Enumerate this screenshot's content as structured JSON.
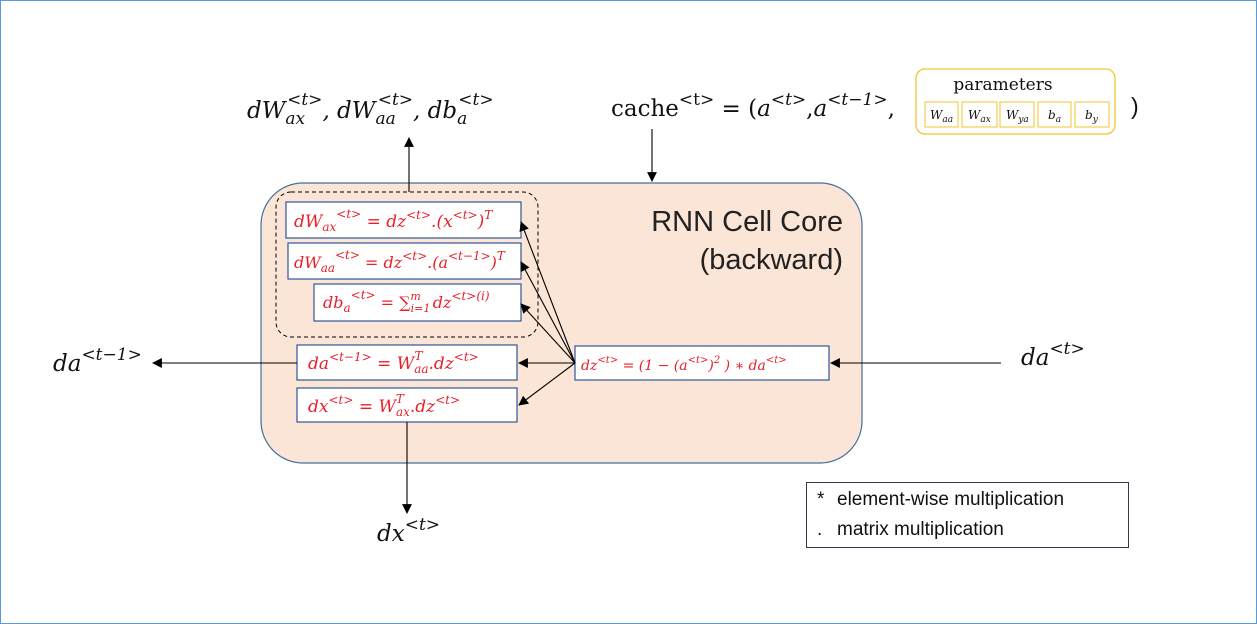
{
  "core": {
    "title_line1": "RNN Cell Core",
    "title_line2": "(backward)"
  },
  "outputs": {
    "weight_grads": "dWax<t>, dWaa<t>, dba<t>",
    "da_prev": "da<t−1>",
    "dx": "dx<t>"
  },
  "inputs": {
    "da": "da<t>",
    "cache_prefix": "cache<t> = (a<t>,a<t−1>,",
    "cache_suffix": ")"
  },
  "parameters": {
    "label": "parameters",
    "items": [
      "Waa",
      "Wax",
      "Wya",
      "ba",
      "by"
    ]
  },
  "equations": {
    "dWax": "dWax<t> = dz<t>.(x<t>)T",
    "dWaa": "dWaa<t> = dz<t>.(a<t−1>)T",
    "dba": "dba<t> = ∑i=1m dz<t>(i)",
    "da_prev": "da<t−1> = WaaT.dz<t>",
    "dx": "dx<t> = WaxT.dz<t>",
    "dz": "dz<t> = (1 − (a<t>)2 ) ∗ da<t>"
  },
  "legend": [
    {
      "symbol": "*",
      "text": "element-wise multiplication"
    },
    {
      "symbol": ".",
      "text": "matrix multiplication"
    }
  ],
  "colors": {
    "core_fill": "#fbe5d6",
    "core_border": "#41719c",
    "equation_text": "#e8202a",
    "equation_border": "#2f5597",
    "parameters_border": "#f2c530",
    "frame_border": "#5b9bd5"
  }
}
